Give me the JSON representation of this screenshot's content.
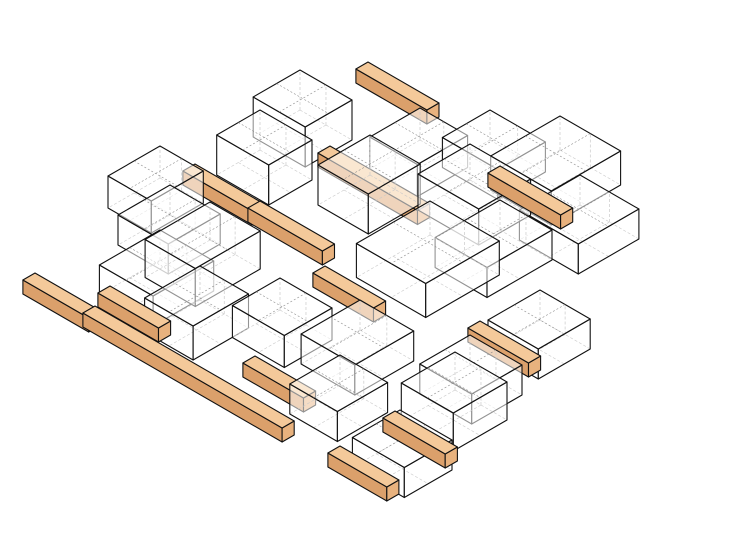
{
  "diagram": {
    "kind": "isometric-massing-axonometric",
    "colors": {
      "background": "#ffffff",
      "outline": "#111111",
      "hidden_line": "#8a8a8a",
      "box_face": "#ffffff",
      "beam_top": "#f4c99a",
      "beam_left": "#dba06b",
      "beam_right": "#e8b27e"
    },
    "element_counts": {
      "boxes": 28,
      "beams": 14
    }
  }
}
